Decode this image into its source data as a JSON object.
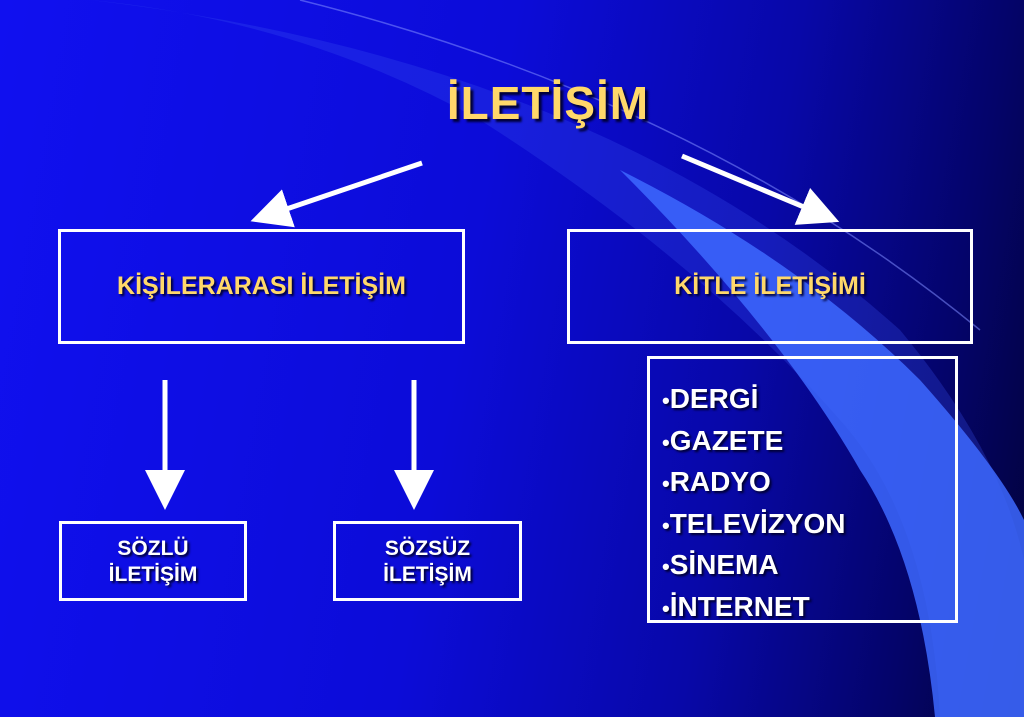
{
  "title": "İLETİŞİM",
  "left_branch": {
    "label": "KİŞİLERARASI İLETİŞİM",
    "children": [
      {
        "line1": "SÖZLÜ",
        "line2": "İLETİŞİM"
      },
      {
        "line1": "SÖZSÜZ",
        "line2": "İLETİŞİM"
      }
    ]
  },
  "right_branch": {
    "label": "KİTLE İLETİŞİMİ",
    "items": [
      "DERGİ",
      "GAZETE",
      "RADYO",
      "TELEVİZYON",
      "SİNEMA",
      "İNTERNET"
    ]
  },
  "colors": {
    "heading": "#ffd86a",
    "text": "#ffffff",
    "background": "#1010f0"
  }
}
